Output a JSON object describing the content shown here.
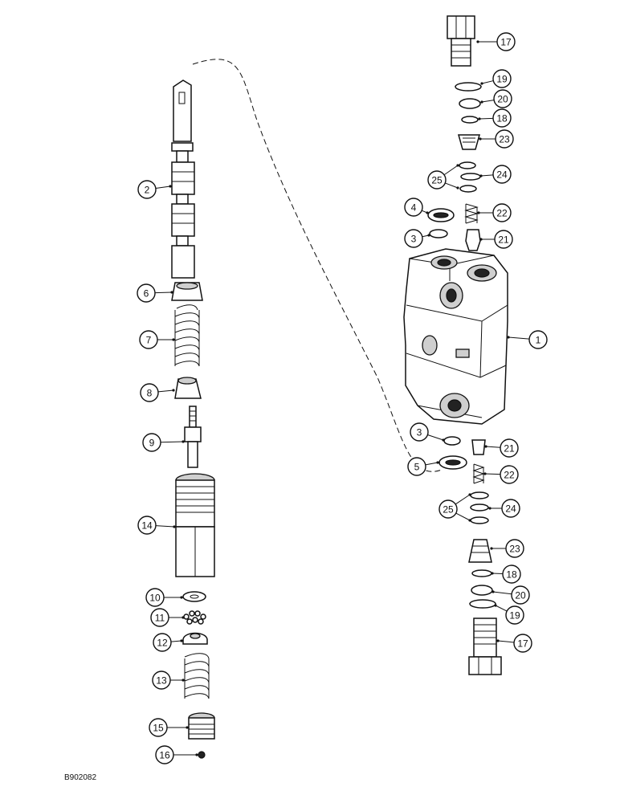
{
  "figure_code": "B902082",
  "callouts": [
    {
      "id": "c17-top",
      "label": "17"
    },
    {
      "id": "c19-top",
      "label": "19"
    },
    {
      "id": "c20-top",
      "label": "20"
    },
    {
      "id": "c18-top",
      "label": "18"
    },
    {
      "id": "c23-top",
      "label": "23"
    },
    {
      "id": "c24-top",
      "label": "24"
    },
    {
      "id": "c25-top",
      "label": "25"
    },
    {
      "id": "c22-top",
      "label": "22"
    },
    {
      "id": "c21-top",
      "label": "21"
    },
    {
      "id": "c4",
      "label": "4"
    },
    {
      "id": "c3-top",
      "label": "3"
    },
    {
      "id": "c1",
      "label": "1"
    },
    {
      "id": "c3-bot",
      "label": "3"
    },
    {
      "id": "c21-bot",
      "label": "21"
    },
    {
      "id": "c5",
      "label": "5"
    },
    {
      "id": "c22-bot",
      "label": "22"
    },
    {
      "id": "c25-bot",
      "label": "25"
    },
    {
      "id": "c24-bot",
      "label": "24"
    },
    {
      "id": "c23-bot",
      "label": "23"
    },
    {
      "id": "c18-bot",
      "label": "18"
    },
    {
      "id": "c20-bot",
      "label": "20"
    },
    {
      "id": "c19-bot",
      "label": "19"
    },
    {
      "id": "c17-bot",
      "label": "17"
    },
    {
      "id": "c2",
      "label": "2"
    },
    {
      "id": "c6",
      "label": "6"
    },
    {
      "id": "c7",
      "label": "7"
    },
    {
      "id": "c8",
      "label": "8"
    },
    {
      "id": "c9",
      "label": "9"
    },
    {
      "id": "c14",
      "label": "14"
    },
    {
      "id": "c10",
      "label": "10"
    },
    {
      "id": "c11",
      "label": "11"
    },
    {
      "id": "c12",
      "label": "12"
    },
    {
      "id": "c13",
      "label": "13"
    },
    {
      "id": "c15",
      "label": "15"
    },
    {
      "id": "c16",
      "label": "16"
    }
  ]
}
